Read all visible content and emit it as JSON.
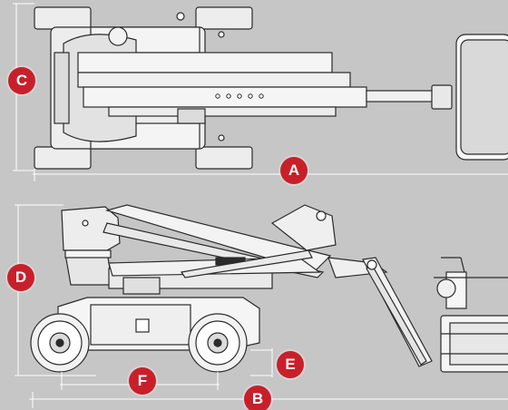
{
  "accent_color": "#c8202a",
  "line_color": "#ffffff",
  "background_color": "#c6c6c6",
  "badges": {
    "a": "A",
    "b": "B",
    "c": "C",
    "d": "D",
    "e": "E",
    "f": "F"
  }
}
